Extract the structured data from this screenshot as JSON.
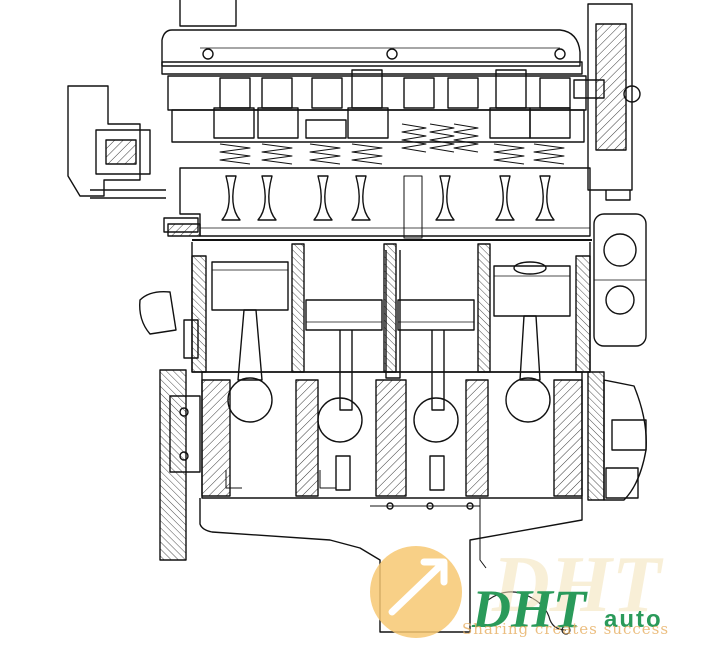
{
  "figure": {
    "subject": "engine cross-section drawing"
  },
  "watermark": {
    "brand": "DHT",
    "brand_suffix": "auto",
    "tagline": "Sharing creates success",
    "colors": {
      "circle": "#f7c873",
      "green": "#2a9a5a",
      "ghost": "#f3e2b8"
    }
  }
}
